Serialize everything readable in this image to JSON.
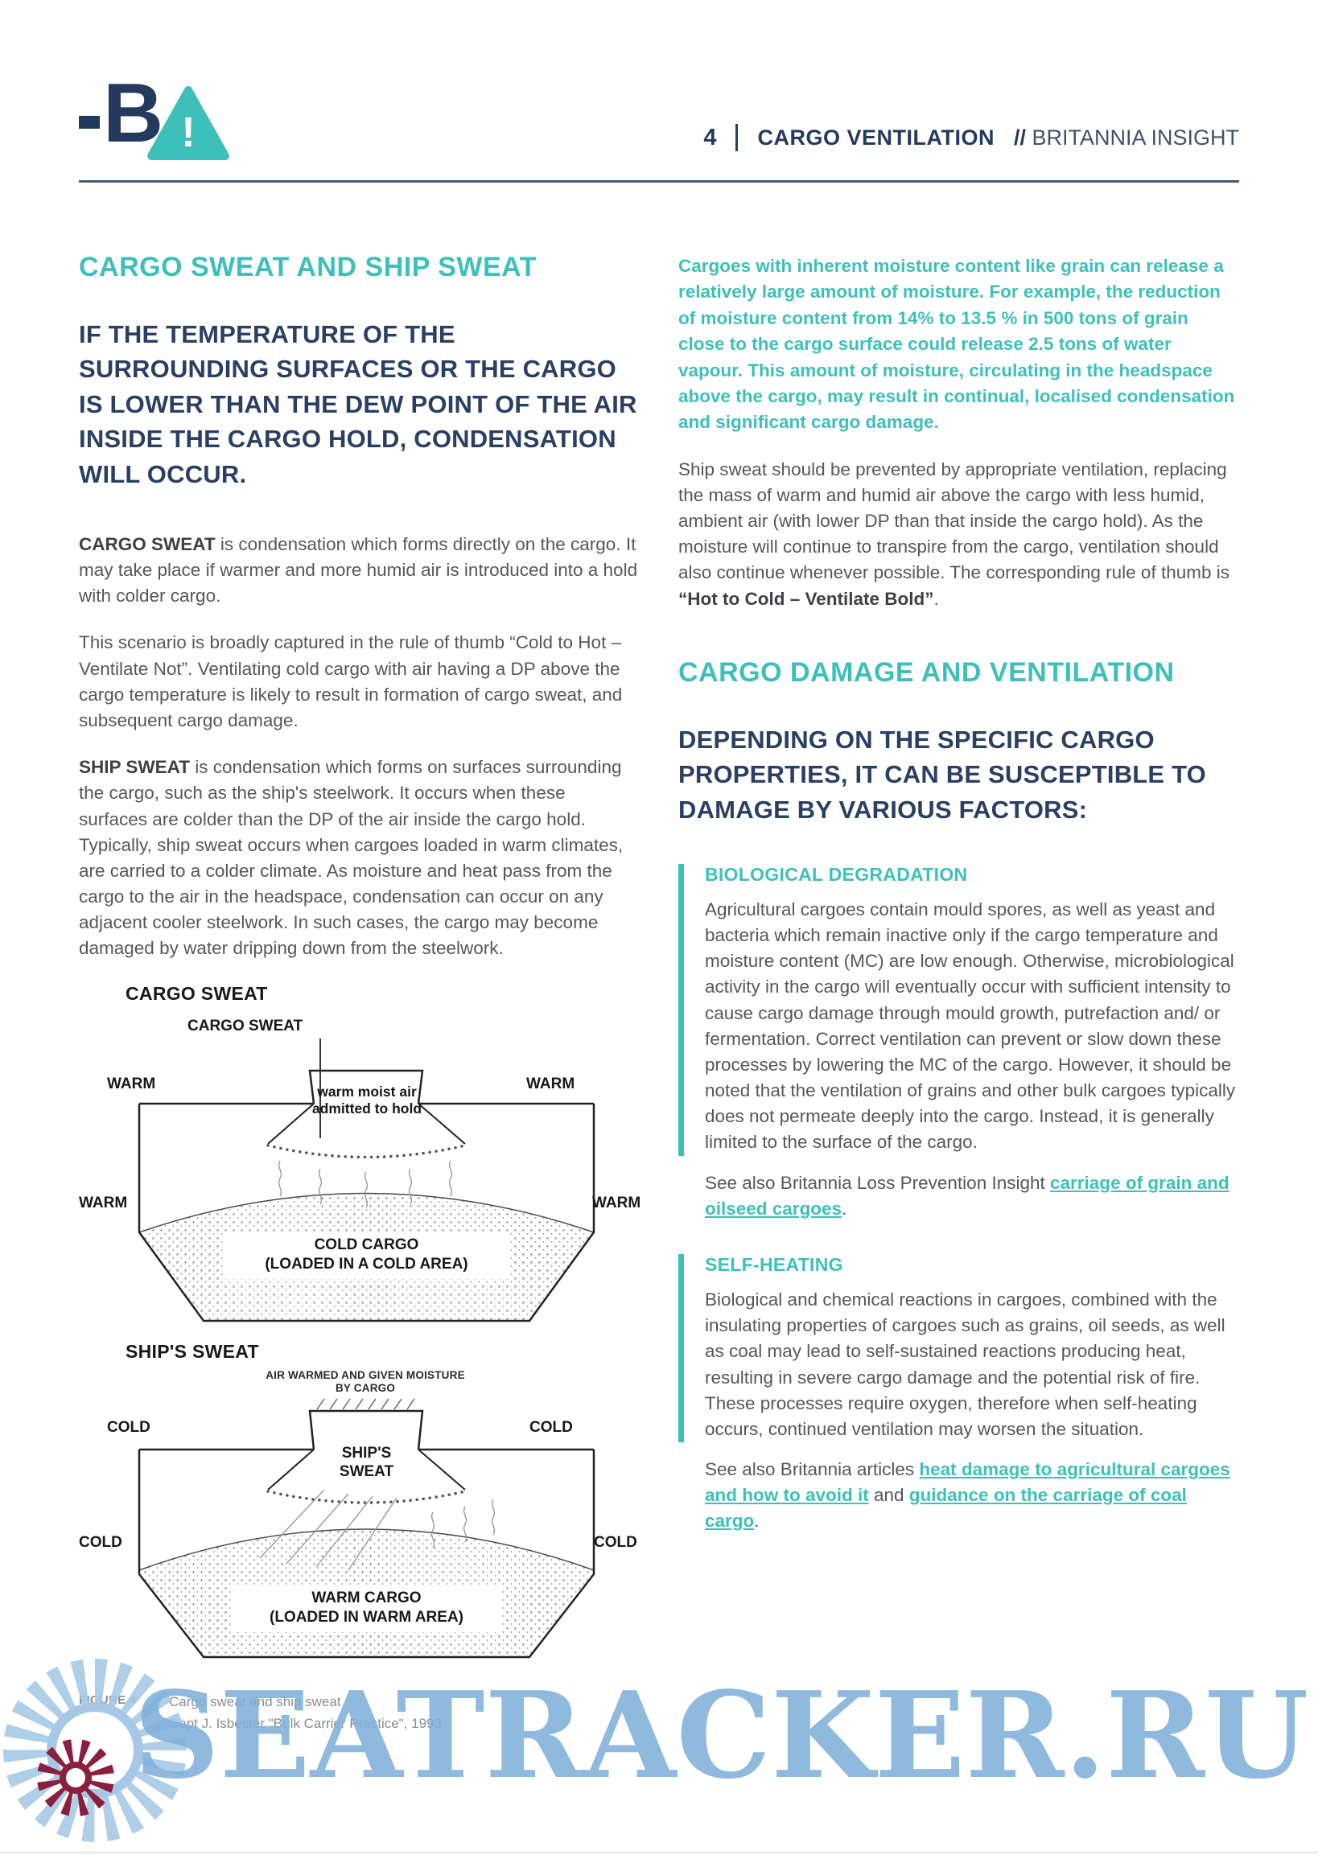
{
  "header": {
    "page_number": "4",
    "title": "CARGO VENTILATION",
    "slashes": "//",
    "subtitle": " BRITANNIA INSIGHT",
    "logo_b": "B",
    "logo_excl": "!"
  },
  "left": {
    "heading": "CARGO SWEAT AND SHIP SWEAT",
    "subheading": "IF THE TEMPERATURE OF THE SURROUNDING SURFACES OR THE CARGO IS LOWER THAN THE DEW POINT OF THE AIR INSIDE THE CARGO HOLD, CONDENSATION WILL OCCUR.",
    "para1_term": "CARGO SWEAT",
    "para1_rest": " is condensation which forms directly on the cargo. It may take place if warmer and more humid air is introduced into a hold with colder cargo.",
    "para2": "This scenario is broadly captured in the rule of thumb “Cold to Hot – Ventilate Not”. Ventilating cold cargo with air having a DP above the cargo temperature is likely to result in formation of cargo sweat, and subsequent cargo damage.",
    "para3_term": "SHIP SWEAT",
    "para3_rest": " is condensation which forms on surfaces surrounding the cargo, such as the ship's steelwork. It occurs when these surfaces are colder than the DP of the air inside the cargo hold. Typically, ship sweat occurs when cargoes loaded in warm climates, are carried to a colder climate. As moisture and heat pass from the cargo to the air in the headspace, condensation can occur on any adjacent cooler steelwork. In such cases, the cargo may become damaged by water dripping down from the steelwork."
  },
  "figure": {
    "d1": {
      "title": "CARGO SWEAT",
      "pointer_label": "CARGO SWEAT",
      "warm_tl": "WARM",
      "warm_tr": "WARM",
      "warm_ml": "WARM",
      "warm_mr": "WARM",
      "funnel_text": "warm moist air admitted to hold",
      "cargo_line1": "COLD CARGO",
      "cargo_line2": "(LOADED IN A COLD AREA)"
    },
    "d2": {
      "title": "SHIP'S SWEAT",
      "top_text": "AIR WARMED AND GIVEN MOISTURE BY CARGO",
      "cold_tl": "COLD",
      "cold_tr": "COLD",
      "cold_ml": "COLD",
      "cold_mr": "COLD",
      "sweat_label": "SHIP'S SWEAT",
      "cargo_line1": "WARM CARGO",
      "cargo_line2": "(LOADED IN WARM AREA)"
    },
    "caption": {
      "fig_label": "FIGURE 4",
      "fig_text": "Cargo sweat and ship sweat",
      "src_label": "SOURCE",
      "src_text": "Capt J. Isbester \"Bulk Carrier Practice\", 1993"
    }
  },
  "right": {
    "intro": "Cargoes with inherent moisture content like grain can release a relatively large amount of moisture. For example, the reduction of moisture content from 14% to 13.5 % in 500 tons of grain close to the cargo surface could release 2.5 tons of water vapour. This amount of moisture, circulating in the headspace above the cargo, may result in continual, localised condensation and significant cargo damage.",
    "para1_text": "Ship sweat should be prevented by appropriate ventilation, replacing the mass of warm and humid air above the cargo with less humid, ambient air (with lower DP than that inside the cargo hold). As the moisture will continue to transpire from the cargo, ventilation should also continue whenever possible. The corresponding rule of thumb is ",
    "para1_bold": "“Hot to Cold – Ventilate Bold”",
    "para1_period": ".",
    "heading": "CARGO DAMAGE AND VENTILATION",
    "subheading": "DEPENDING ON THE SPECIFIC CARGO PROPERTIES, IT CAN BE SUSCEPTIBLE TO DAMAGE BY VARIOUS FACTORS:",
    "bio": {
      "title": "BIOLOGICAL DEGRADATION",
      "body": "Agricultural cargoes contain mould spores, as well as yeast and bacteria which remain inactive only if the cargo temperature and moisture content (MC) are low enough. Otherwise, microbiological activity in the cargo will eventually occur with sufficient intensity to cause cargo damage through mould growth, putrefaction and/ or fermentation. Correct ventilation can prevent or slow down these processes by lowering the MC of the cargo. However, it should be noted that the ventilation of grains and other bulk cargoes typically does not permeate deeply into the cargo. Instead, it is generally limited to the surface of the cargo.",
      "seealso_prefix": "See also Britannia Loss Prevention Insight ",
      "link": "carriage of grain and oilseed cargoes",
      "period": "."
    },
    "heat": {
      "title": "SELF-HEATING",
      "body": "Biological and chemical reactions in cargoes, combined with the insulating properties of cargoes such as grains, oil seeds, as well as coal may lead to self-sustained reactions producing heat, resulting in severe cargo damage and the potential risk of fire. These processes require oxygen, therefore when self-heating occurs, continued ventilation may worsen the situation.",
      "seealso_prefix": "See also Britannia articles ",
      "link1": "heat damage to agricultural cargoes and how to avoid it",
      "mid": " and ",
      "link2": "guidance on the carriage of coal cargo",
      "period": "."
    }
  },
  "watermark": {
    "text": "SEATRACKER.RU"
  },
  "colors": {
    "teal": "#3EC0BA",
    "navy": "#24395E",
    "body_text": "#55575C",
    "watermark_blue": "#7FB0D9"
  }
}
